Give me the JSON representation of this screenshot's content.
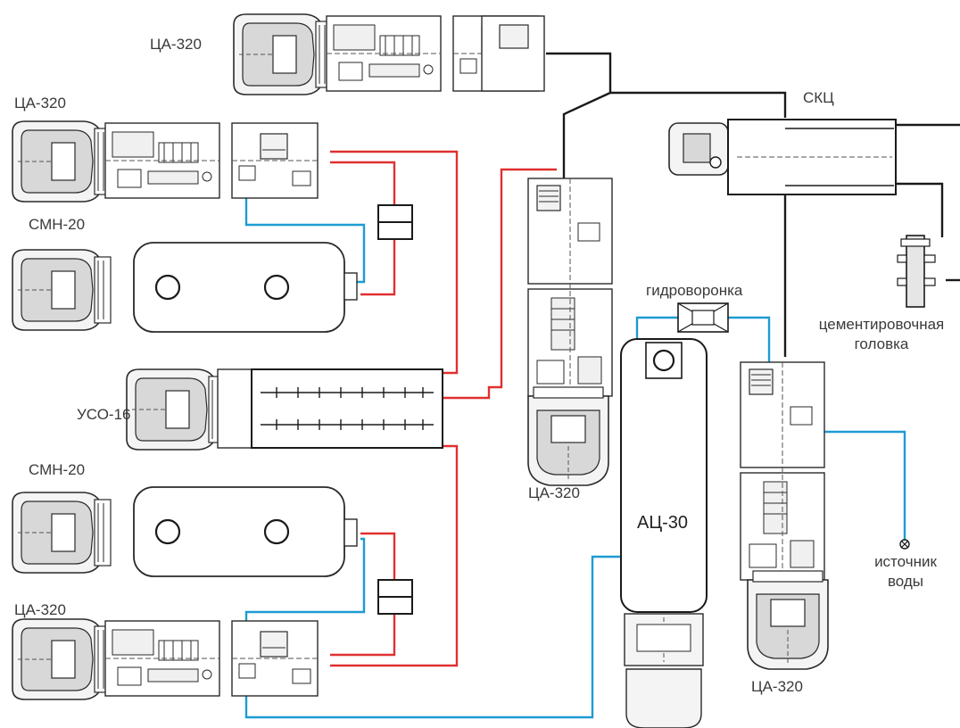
{
  "diagram": {
    "colors": {
      "pressure_line": "#e03030",
      "water_line": "#1e9bd2",
      "main_line": "#1a1a1a",
      "outline": "#2a2a2a"
    },
    "units": {
      "ca320_top": "ЦА-320",
      "ca320_left_upper": "ЦА-320",
      "smn20_upper": "СМН-20",
      "uso16": "УСО-16",
      "smn20_lower": "СМН-20",
      "ca320_left_lower": "ЦА-320",
      "ca320_center": "ЦА-320",
      "ac30": "АЦ-30",
      "ca320_right": "ЦА-320",
      "skc": "СКЦ",
      "hopper": "гидроворонка",
      "cement_head_1": "цементировочная",
      "cement_head_2": "головка",
      "water_source_1": "источник",
      "water_source_2": "воды"
    }
  }
}
